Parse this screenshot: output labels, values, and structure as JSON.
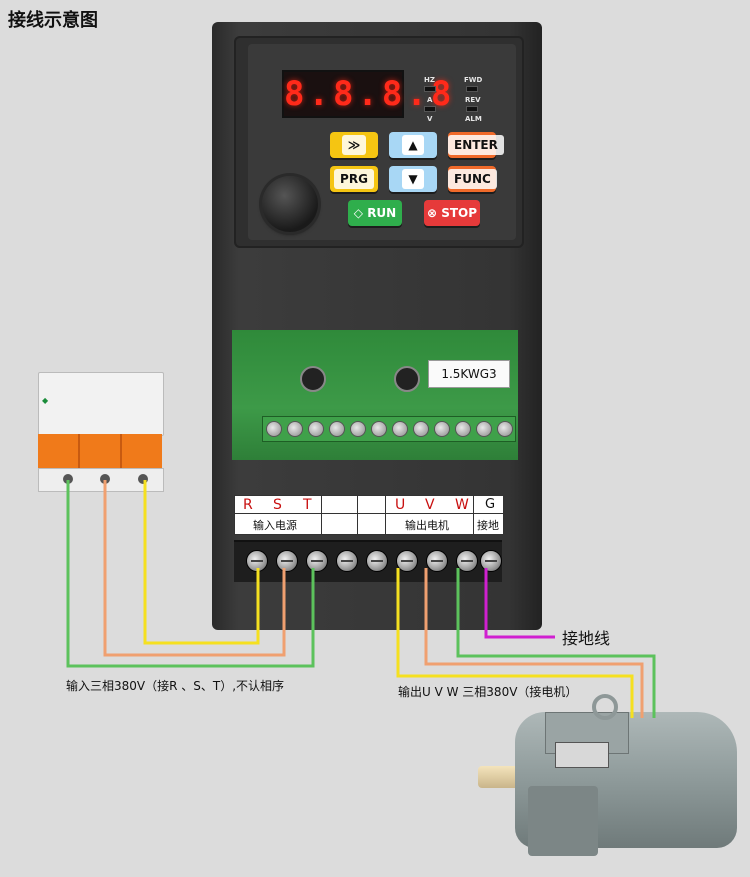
{
  "title": "接线示意图",
  "display": {
    "digits": "8.8.8.8"
  },
  "indicators": {
    "left": [
      "HZ",
      "A",
      "V"
    ],
    "right": [
      "FWD",
      "REV",
      "ALM"
    ]
  },
  "keys": {
    "shift": "≫",
    "up": "▲",
    "enter": "ENTER",
    "prg": "PRG",
    "down": "▼",
    "func": "FUNC",
    "run": "RUN",
    "stop": "STOP"
  },
  "rating_label": "1.5KWG3",
  "label_strip": {
    "input_letters": [
      "R",
      "S",
      "T"
    ],
    "output_letters": [
      "U",
      "V",
      "W"
    ],
    "ground_letter": "G",
    "input_text": "输入电源",
    "output_text": "输出电机",
    "ground_text": "接地"
  },
  "annotations": {
    "input": "输入三相380V（接R 、S、T）,不认相序",
    "output": "输出U V W 三相380V（接电机）",
    "ground": "接地线"
  },
  "colors": {
    "wire_green": "#5cc25c",
    "wire_orange": "#f0a070",
    "wire_yellow": "#f5e020",
    "wire_magenta": "#d020d0"
  }
}
